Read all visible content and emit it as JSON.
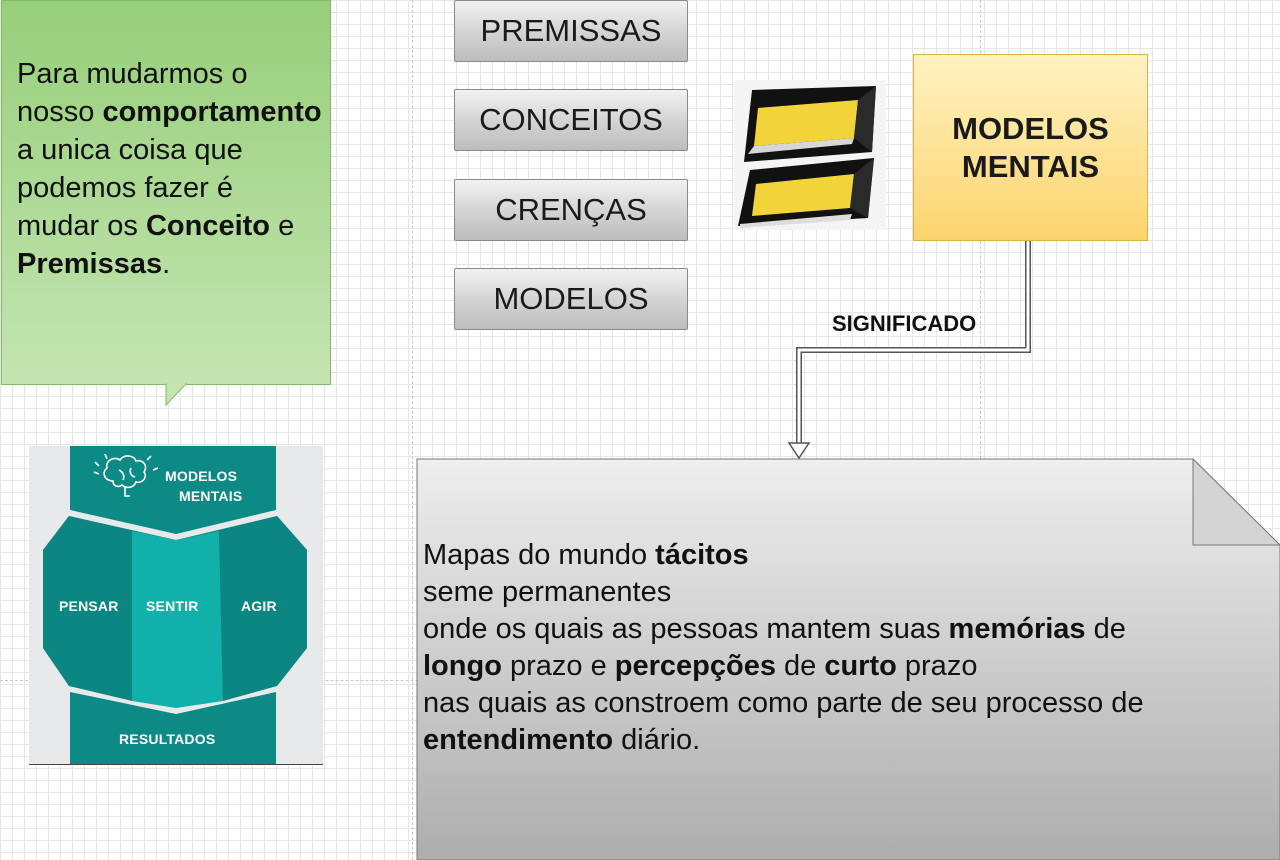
{
  "callout": {
    "segments": [
      {
        "text": "Para mudarmos o nosso ",
        "bold": false
      },
      {
        "text": "comportamento",
        "bold": true
      },
      {
        "text": " a unica coisa que podemos fazer é mudar os ",
        "bold": false
      },
      {
        "text": "Conceito",
        "bold": true
      },
      {
        "text": " e ",
        "bold": false
      },
      {
        "text": "Premissas",
        "bold": true
      },
      {
        "text": ".",
        "bold": false
      }
    ],
    "color": "#97cf7a"
  },
  "stack": {
    "items": [
      "PREMISSAS",
      "CONCEITOS",
      "CRENÇAS",
      "MODELOS"
    ]
  },
  "logo": {
    "icon": "stacked-yellow-s-logo-icon"
  },
  "modelos_box": {
    "line1": "MODELOS",
    "line2": "MENTAIS",
    "color": "#fbd46d"
  },
  "connector": {
    "label": "SIGNIFICADO"
  },
  "note": {
    "lines": [
      [
        {
          "text": "Mapas do mundo ",
          "bold": false
        },
        {
          "text": "tácitos",
          "bold": true
        }
      ],
      [
        {
          "text": "seme permanentes",
          "bold": false
        }
      ],
      [
        {
          "text": "onde os quais as pessoas mantem suas ",
          "bold": false
        },
        {
          "text": "memórias",
          "bold": true
        },
        {
          "text": " de",
          "bold": false
        }
      ],
      [
        {
          "text": "longo",
          "bold": true
        },
        {
          "text": " prazo e ",
          "bold": false
        },
        {
          "text": "percepções",
          "bold": true
        },
        {
          "text": " de ",
          "bold": false
        },
        {
          "text": "curto",
          "bold": true
        },
        {
          "text": " prazo",
          "bold": false
        }
      ],
      [
        {
          "text": "nas quais as constroem como parte de seu processo de",
          "bold": false
        }
      ],
      [
        {
          "text": "entendimento",
          "bold": true
        },
        {
          "text": " diário.",
          "bold": false
        }
      ]
    ]
  },
  "image_card": {
    "title_line1": "MODELOS",
    "title_line2": "MENTAIS",
    "col1": "PENSAR",
    "col2": "SENTIR",
    "col3": "AGIR",
    "footer": "RESULTADOS",
    "brain_icon": "brain-icon",
    "color": "#0e8e8a"
  }
}
